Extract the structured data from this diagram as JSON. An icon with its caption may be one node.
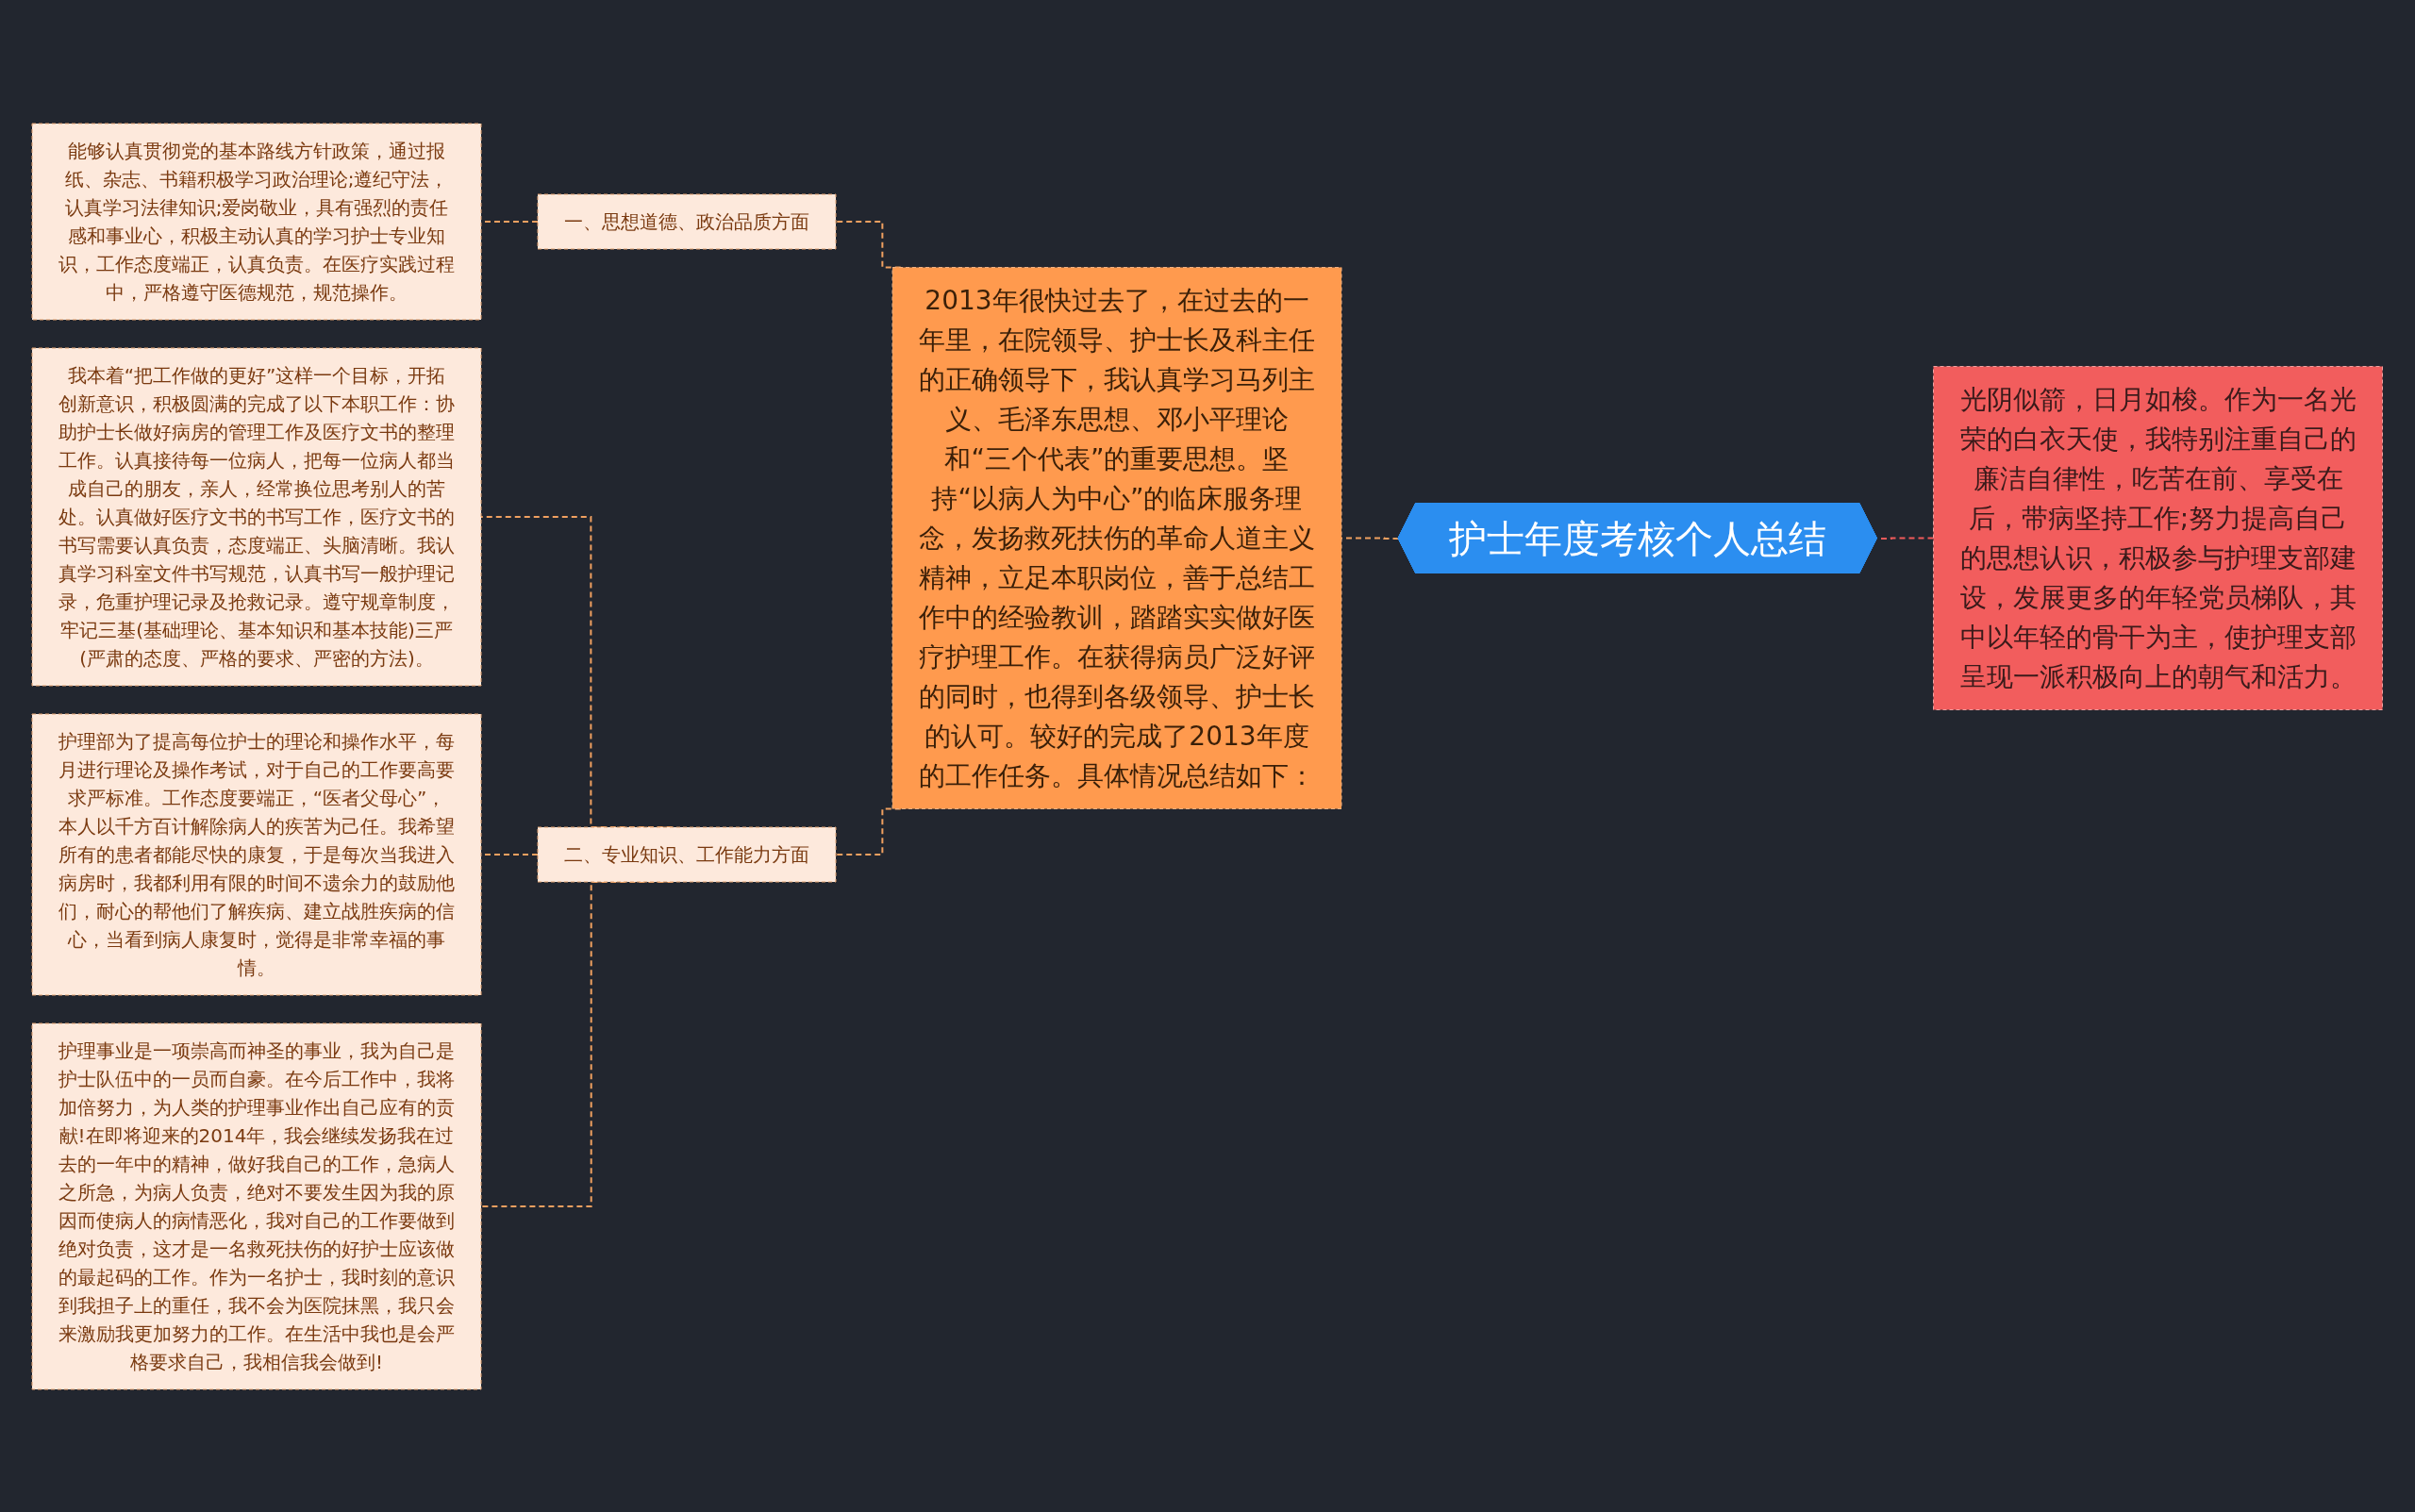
{
  "diagram": {
    "nodes": [
      {
        "text": [
          "护士年度考核个人总结"
        ]
      },
      {
        "text": [
          "光阴似箭，日月如梭。作为一名光荣的白衣天使，我特别注重自己的廉洁自律性，吃苦在前、享受在后，带病坚持工作;努力提高自己的思想认识，积极参与护理支部建设，发展更多的年轻党员梯队，其中以年轻的骨干为主，使护理支部呈现一派积极向上的朝气和活力。"
        ]
      },
      {
        "text": [
          "2013年很快过去了，在过去的一年里，在院领导、护士长及科主任的正确领导下，我认真学习马列主义、毛泽东思想、邓小平理论和“三个代表”的重要思想。坚持“以病人为中心”的临床服务理念，发扬救死扶伤的革命人道主义精神，立足本职岗位，善于总结工作中的经验教训，踏踏实实做好医疗护理工作。在获得病员广泛好评的同时，也得到各级领导、护士长的认可。较好的完成了2013年度的工作任务。具体情况总结如下："
        ]
      },
      {
        "text": [
          "一、思想道德、政治品质方面"
        ]
      },
      {
        "text": [
          "能够认真贯彻党的基本路线方针政策，通过报纸、杂志、书籍积极学习政治理论;遵纪守法，认真学习法律知识;爱岗敬业，具有强烈的责任感和事业心，积极主动认真的学习护士专业知识，工作态度端正，认真负责。在医疗实践过程中，严格遵守医德规范，规范操作。"
        ]
      },
      {
        "text": [
          "二、专业知识、工作能力方面"
        ]
      },
      {
        "text": [
          "我本着“把工作做的更好”这样一个目标，开拓创新意识，积极圆满的完成了以下本职工作：协助护士长做好病房的管理工作及医疗文书的整理工作。认真接待每一位病人，把每一位病人都当成自己的朋友，亲人，经常换位思考别人的苦处。认真做好医疗文书的书写工作，医疗文书的书写需要认真负责，态度端正、头脑清晰。我认真学习科室文件书写规范，认真书写一般护理记录，危重护理记录及抢救记录。遵守规章制度，牢记三基(基础理论、基本知识和基本技能)三严(严肃的态度、严格的要求、严密的方法)。"
        ]
      },
      {
        "text": [
          "护理部为了提高每位护士的理论和操作水平，每月进行理论及操作考试，对于自己的工作要高要求严标准。工作态度要端正，“医者父母心”，本人以千方百计解除病人的疾苦为己任。我希望所有的患者都能尽快的康复，于是每次当我进入病房时，我都利用有限的时间不遗余力的鼓励他们，耐心的帮他们了解疾病、建立战胜疾病的信心，当看到病人康复时，觉得是非常幸福的事情。"
        ]
      },
      {
        "text": [
          "护理事业是一项崇高而神圣的事业，我为自己是护士队伍中的一员而自豪。在今后工作中，我将加倍努力，为人类的护理事业作出自己应有的贡献!在即将迎来的2014年，我会继续发扬我在过去的一年中的精神，做好我自己的工作，急病人之所急，为病人负责，绝对不要发生因为我的原因而使病人的病情恶化，我对自己的工作要做到绝对负责，这才是一名救死扶伤的好护士应该做的最起码的工作。作为一名护士，我时刻的意识到我担子上的重任，我不会为医院抹黑，我只会来激励我更加努力的工作。在生活中我也是会严格要求自己，我相信我会做到!"
        ]
      }
    ],
    "edges": [
      {
        "from": 0,
        "to": 1,
        "arrow": "none",
        "style": "dashed",
        "color": "#f05a5a"
      },
      {
        "from": 0,
        "to": 2,
        "arrow": "none",
        "style": "dashed"
      },
      {
        "from": 2,
        "to": 3,
        "arrow": "none",
        "style": "dashed"
      },
      {
        "from": 3,
        "to": 4,
        "arrow": "none",
        "style": "dashed"
      },
      {
        "from": 2,
        "to": 5,
        "arrow": "none",
        "style": "dashed"
      },
      {
        "from": 5,
        "to": 6,
        "arrow": "none",
        "style": "dashed"
      },
      {
        "from": 5,
        "to": 7,
        "arrow": "none",
        "style": "dashed"
      },
      {
        "from": 5,
        "to": 8,
        "arrow": "none",
        "style": "dashed"
      }
    ]
  }
}
